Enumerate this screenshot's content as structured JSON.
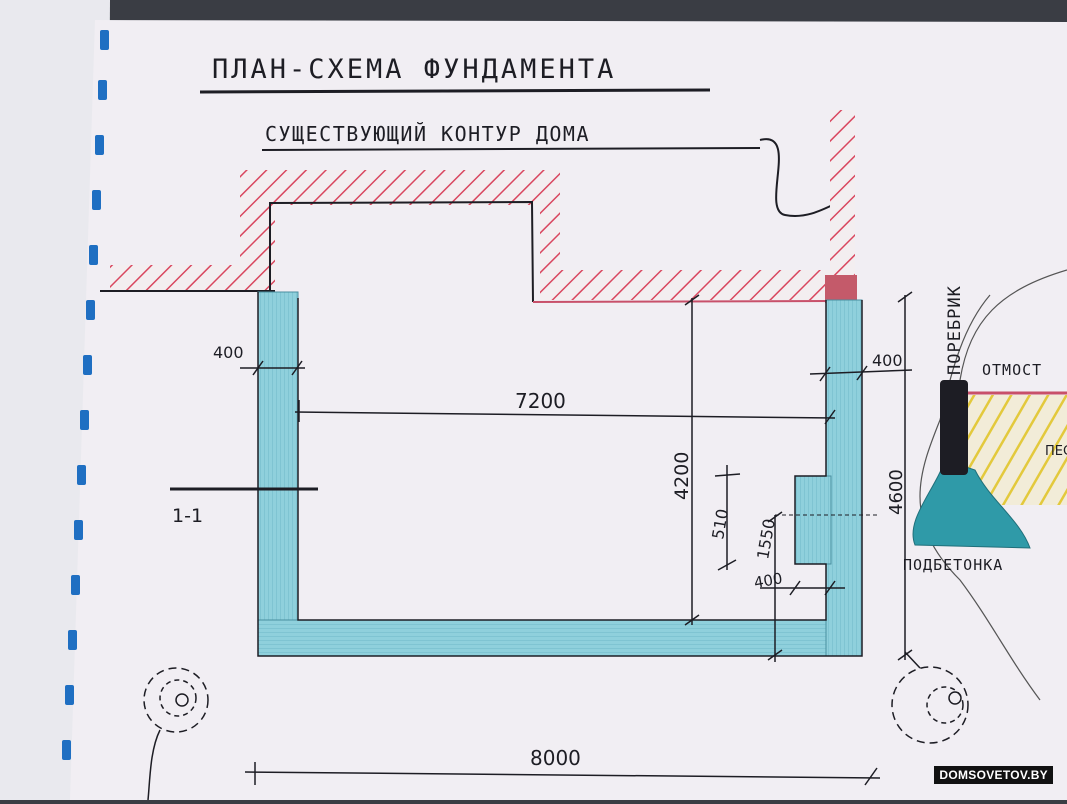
{
  "title": "ПЛАН-СХЕМА ФУНДАМЕНТА",
  "existing_contour_label": "СУЩЕСТВУЮЩИЙ КОНТУР ДОМА",
  "dimensions": {
    "wall_left": "400",
    "wall_right": "400",
    "inner_width": "7200",
    "inner_height": "4200",
    "step_height": "510",
    "step_offset": "1550",
    "step_depth": "400",
    "outer_height": "4600",
    "outer_width": "8000"
  },
  "section_mark": "1-1",
  "curb_label": "ПОРЕБРИК",
  "blind_area_label": "ОТМОСТ",
  "sand_label": "ПЕС",
  "concrete_label": "ПОДБЕТОНКА",
  "watermark": "DOMSOVETOV.BY",
  "colors": {
    "foundation": "#8fd0dc",
    "existing_hatch": "#d9475f",
    "sand_hatch": "#e3c93c",
    "ink": "#1d1d24",
    "binding": "#1f6fc2"
  }
}
